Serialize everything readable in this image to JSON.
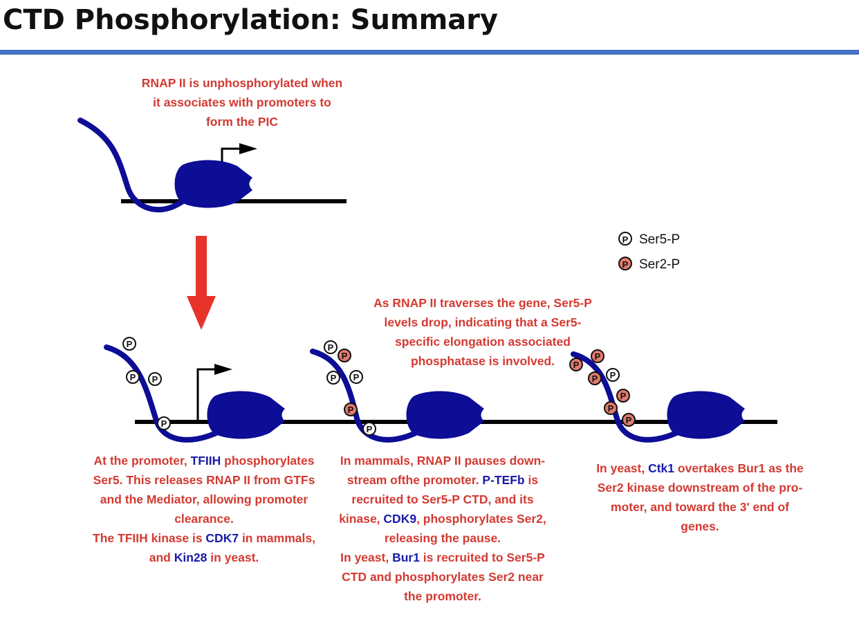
{
  "title": "CTD Phosphorylation: Summary",
  "colors": {
    "accent_rule": "#4472C4",
    "text_red": "#d33a32",
    "text_blue": "#1a1aa8",
    "polymerase": "#0d0d96",
    "arrow": "#e8332a",
    "ser2_marker": "#e07a6e"
  },
  "legend": {
    "ser5": {
      "symbol": "P",
      "label": "Ser5-P"
    },
    "ser2": {
      "symbol": "P",
      "label": "Ser2-P"
    }
  },
  "marker_symbol": "P",
  "captions": {
    "top": {
      "line1": "RNAP II is unphosphorylated when",
      "line2": "it associates with promoters to",
      "line3": "form the PIC"
    },
    "middle": {
      "line1": "As RNAP II traverses the gene, Ser5-P",
      "line2": "levels drop, indicating that a Ser5-",
      "line3": "specific elongation associated",
      "line4": "phosphatase is involved."
    },
    "left": {
      "l1_pre": "At the promoter, ",
      "l1_hl": "TFIIH",
      "l1_post": " phosphorylates",
      "l2": "Ser5. This releases RNAP II from GTFs",
      "l3": "and the Mediator, allowing promoter",
      "l4": "clearance.",
      "l5_pre": "The TFIIH kinase is ",
      "l5_hl": "CDK7",
      "l5_post": " in mammals,",
      "l6_pre": "and ",
      "l6_hl": "Kin28",
      "l6_post": " in yeast."
    },
    "center": {
      "l1": "In mammals, RNAP II pauses down-",
      "l2_pre": "stream ofthe promoter. ",
      "l2_hl": "P-TEFb",
      "l2_post": " is",
      "l3": "recruited to Ser5-P CTD, and its",
      "l4_pre": "kinase, ",
      "l4_hl": "CDK9",
      "l4_post": ", phosphorylates Ser2,",
      "l5": "releasing the pause.",
      "l6_pre": "In yeast, ",
      "l6_hl": "Bur1",
      "l6_post": " is recruited to Ser5-P",
      "l7": "CTD and phosphorylates Ser2 near",
      "l8": "the promoter."
    },
    "right": {
      "l1_pre": "In yeast, ",
      "l1_hl": "Ctk1",
      "l1_post": " overtakes Bur1 as the",
      "l2": "Ser2 kinase downstream of the pro-",
      "l3": "moter, and toward the 3' end of",
      "l4": "genes."
    }
  }
}
